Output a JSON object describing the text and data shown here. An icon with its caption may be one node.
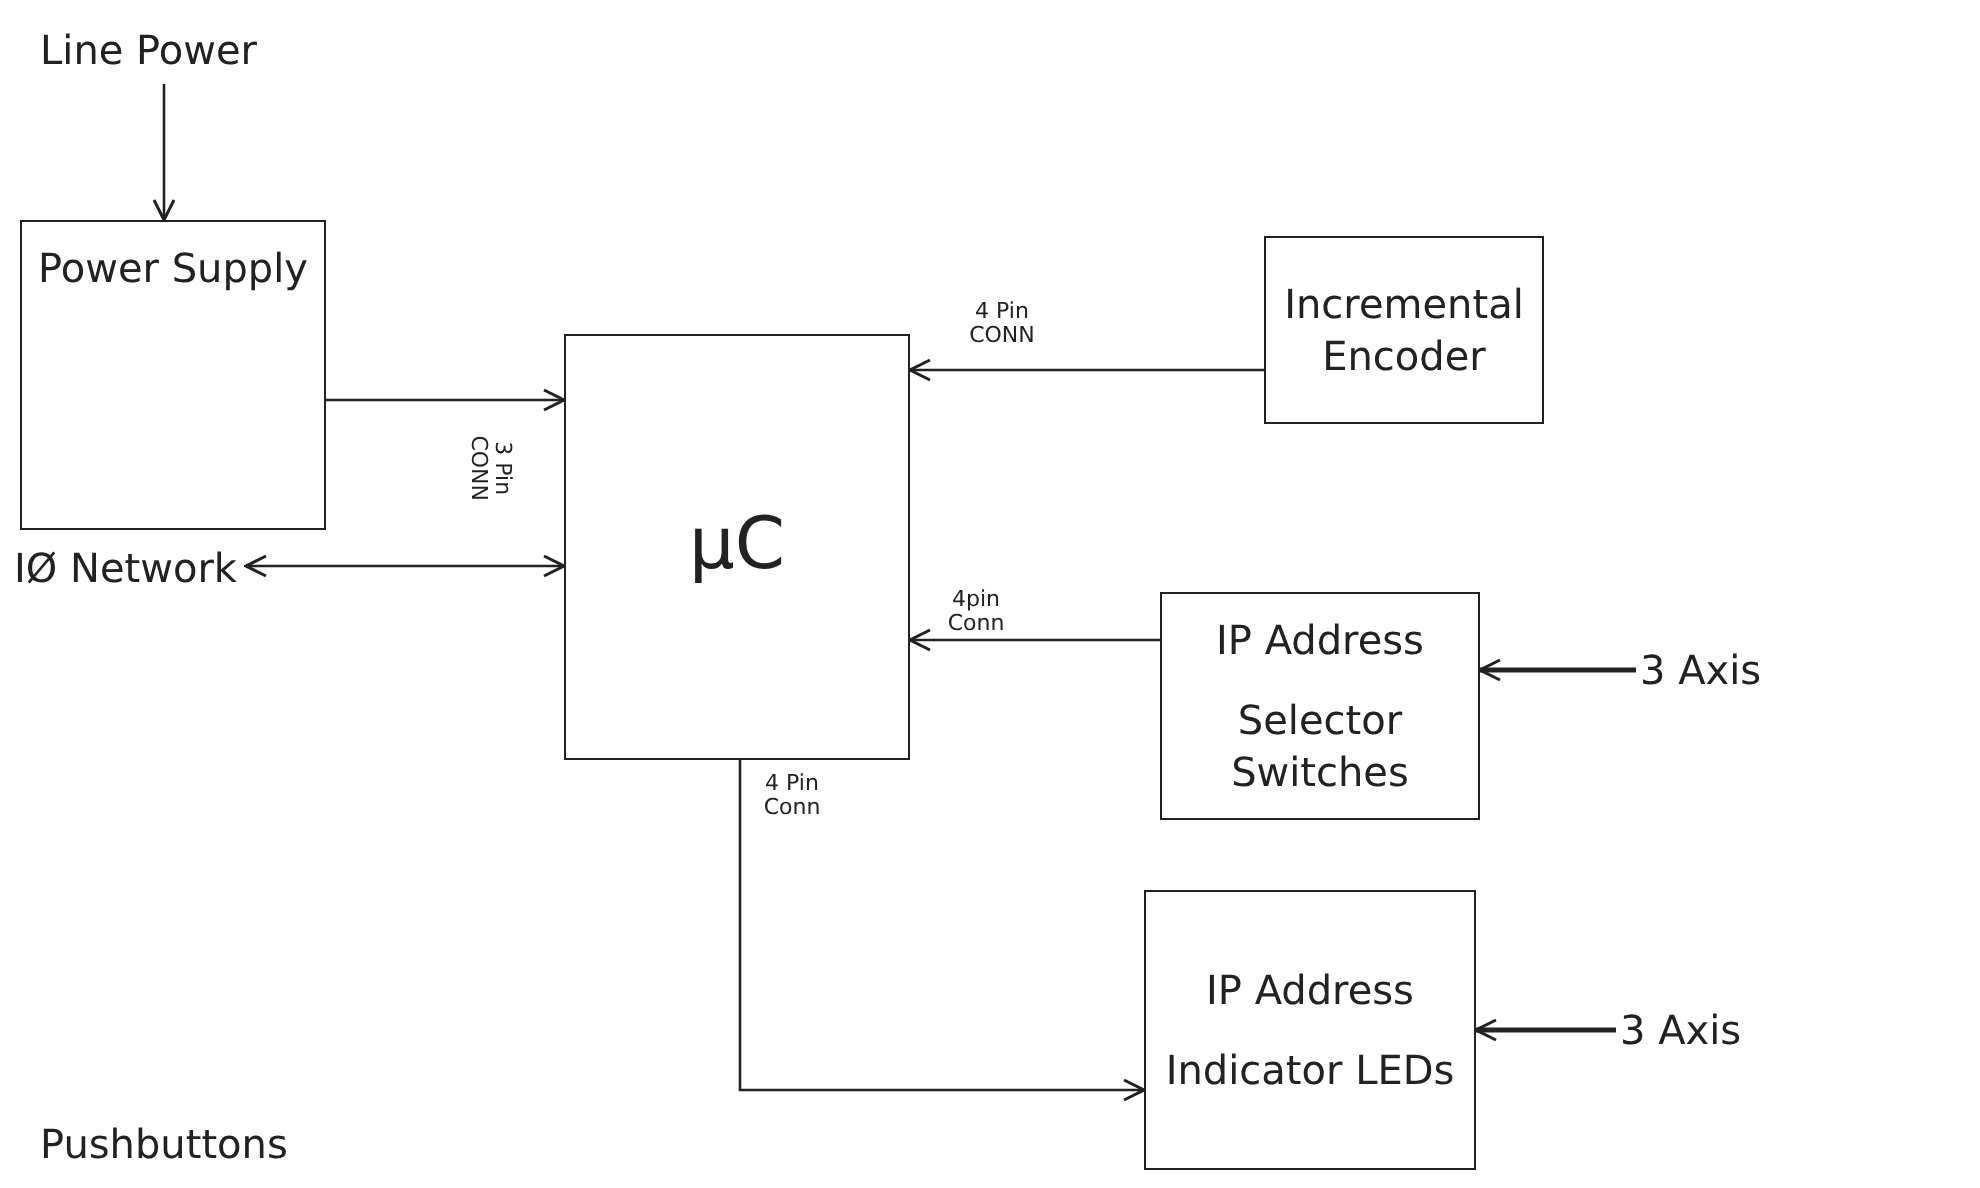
{
  "diagram": {
    "nodes": [
      {
        "text": [
          "Line Power"
        ]
      },
      {
        "text": [
          "Power Supply"
        ]
      },
      {
        "text": [
          "μC"
        ]
      },
      {
        "text": [
          "Incremental Encoder"
        ]
      },
      {
        "text": [
          "IØ Network"
        ]
      },
      {
        "text": [
          "IP Address",
          "Selector Switches"
        ]
      },
      {
        "text": [
          "IP Address",
          "Indicator LEDs"
        ]
      },
      {
        "text": [
          "3 Axis"
        ]
      },
      {
        "text": [
          "3 Axis"
        ]
      }
    ],
    "edges": [
      {
        "from": 0,
        "to": 1,
        "arrow": "to"
      },
      {
        "from": 1,
        "to": 2,
        "arrow": "to",
        "label": "3 Pin CONN"
      },
      {
        "from": 3,
        "to": 2,
        "arrow": "to",
        "label": "4 Pin CONN"
      },
      {
        "from": 4,
        "to": 2,
        "arrow": "both"
      },
      {
        "from": 5,
        "to": 2,
        "arrow": "to",
        "label": "4pin Conn"
      },
      {
        "from": 2,
        "to": 6,
        "arrow": "to",
        "label": "4 Pin Conn"
      },
      {
        "from": 7,
        "to": 5,
        "arrow": "to"
      },
      {
        "from": 8,
        "to": 6,
        "arrow": "to"
      }
    ],
    "labels": [
      "Pushbuttons"
    ]
  }
}
